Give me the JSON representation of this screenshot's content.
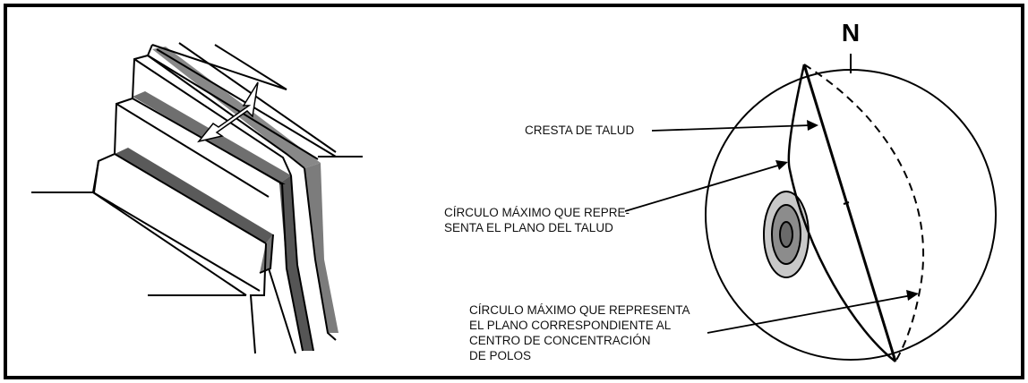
{
  "north_label": "N",
  "labels": {
    "cresta": "CRESTA DE TALUD",
    "plano_talud": [
      "CÍRCULO MÁXIMO QUE REPRE-",
      "SENTA EL PLANO DEL TALUD"
    ],
    "centro_polos": [
      "CÍRCULO MÁXIMO QUE REPRESENTA",
      "EL PLANO CORRESPONDIENTE AL",
      "CENTRO DE CONCENTRACIÓN",
      "DE POLOS"
    ]
  },
  "colors": {
    "shade": "#808080",
    "contour_light": "#c8c8c8",
    "ink": "#000000"
  }
}
